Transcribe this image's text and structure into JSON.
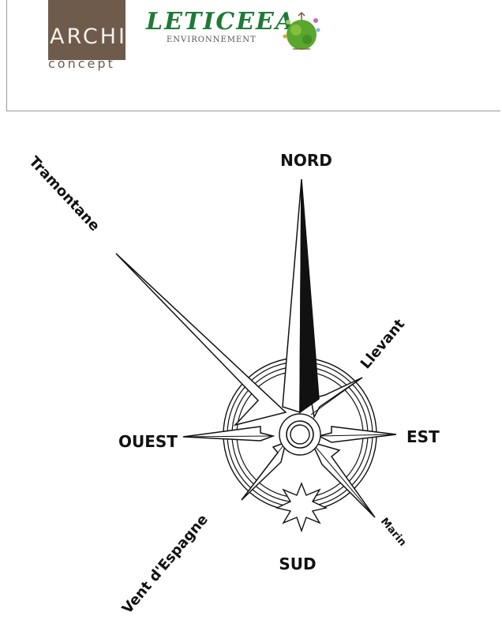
{
  "header": {
    "logo_archi": {
      "main": "ARCHI",
      "sub": "concept"
    },
    "logo_leticeea": {
      "title": "LETICEEA",
      "subtitle": "ENVIRONNEMENT"
    }
  },
  "compass": {
    "labels": {
      "north": "NORD",
      "south": "SUD",
      "east": "EST",
      "west": "OUEST",
      "tramontane": "Tramontane",
      "llevant": "Llevant",
      "marin": "Marin",
      "vent_espagne": "Vent d'Espagne"
    }
  }
}
